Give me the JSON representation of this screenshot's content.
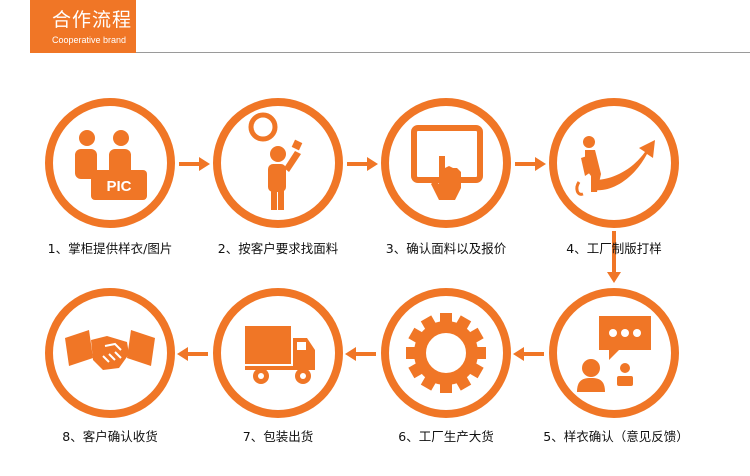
{
  "header": {
    "title": "合作流程",
    "subtitle": "Cooperative brand"
  },
  "colors": {
    "accent": "#f07626",
    "text": "#111111"
  },
  "steps": [
    {
      "label": "1、掌柜提供样衣/图片",
      "icon": "people-pic-icon",
      "icon_text": "PIC"
    },
    {
      "label": "2、按客户要求找面料",
      "icon": "person-idea-icon"
    },
    {
      "label": "3、确认面料以及报价",
      "icon": "touch-screen-icon"
    },
    {
      "label": "4、工厂制版打样",
      "icon": "person-pull-growth-icon"
    },
    {
      "label": "5、样衣确认（意见反馈）",
      "icon": "feedback-chat-icon"
    },
    {
      "label": "6、工厂生产大货",
      "icon": "gear-icon"
    },
    {
      "label": "7、包装出货",
      "icon": "truck-icon"
    },
    {
      "label": "8、客户确认收货",
      "icon": "handshake-icon"
    }
  ]
}
